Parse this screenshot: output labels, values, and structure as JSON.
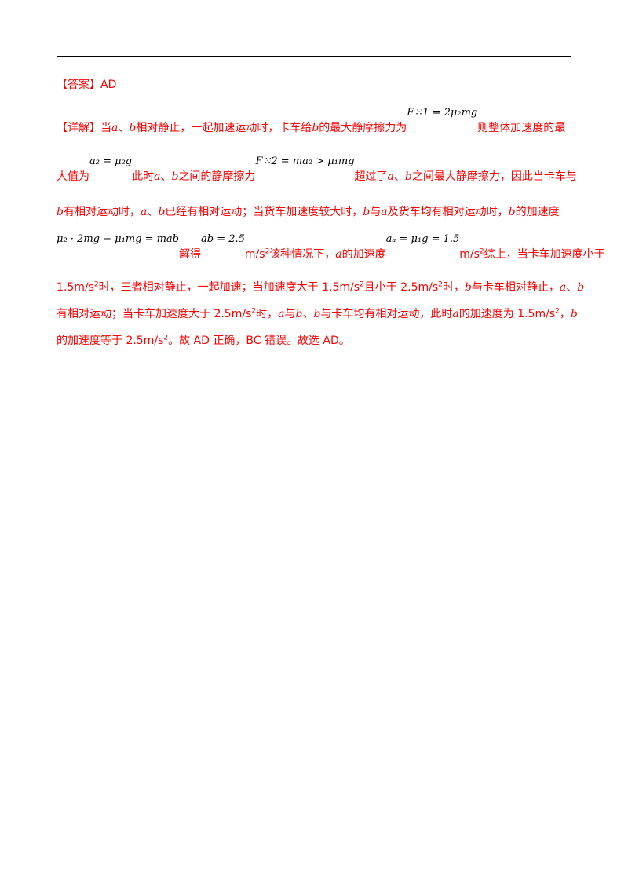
{
  "answer": {
    "label": "【答案】",
    "value": "AD"
  },
  "detail": {
    "label": "【详解】",
    "line1": {
      "t1": "当",
      "v_a": "a",
      "t2": "、",
      "v_b": "b",
      "t3": "相对静止，一起加速运动时，卡车给",
      "v_b2": "b",
      "t4": "的最大静摩擦力为",
      "f1": "F⁙1 = 2μ₂mg",
      "t5": "则整体加速度的最"
    },
    "line2": {
      "t1": "大值为",
      "f1": "a₂ = μ₂g",
      "t2": "此时",
      "v_a": "a",
      "t3": "、",
      "v_b": "b",
      "t4": "之间的静摩擦力",
      "f2": "F⁙2 = ma₂ > μ₁mg",
      "t5": "超过了",
      "v_a2": "a",
      "t6": "、",
      "v_b2": "b",
      "t7": "之间最大静摩擦力，因此当卡车与"
    },
    "line3": {
      "v_b": "b",
      "t1": "有相对运动时，",
      "v_a": "a",
      "t2": "、",
      "v_b2": "b",
      "t3": "已经有相对运动；当货车加速度较大时，",
      "v_b3": "b",
      "t4": "与",
      "v_a2": "a",
      "t5": "及货车均有相对运动时，",
      "v_b4": "b",
      "t6": "的加速度"
    },
    "line4": {
      "f1": "μ₂ · 2mg − μ₁mg = mab",
      "t1": "解得",
      "f2": "ab = 2.5",
      "t2": "m/s",
      "sup1": "2",
      "t3": "该种情况下，",
      "v_a": "a",
      "t4": "的加速度",
      "f3": "aₐ = μ₁g = 1.5",
      "t5": "m/s",
      "sup2": "2",
      "t6": "综上，当卡车加速度小于"
    },
    "line5": {
      "t1": "1.5m/s",
      "sup1": "2",
      "t2": "时，三者相对静止，一起加速；当加速度大于 1.5m/s",
      "sup2": "2",
      "t3": "且小于 2.5m/s",
      "sup3": "2",
      "t4": "时，",
      "v_b": "b",
      "t5": "与卡车相对静止，",
      "v_a": "a",
      "t6": "、",
      "v_b2": "b"
    },
    "line6": {
      "t1": "有相对运动；当卡车加速度大于 2.5m/s",
      "sup1": "2",
      "t2": "时，",
      "v_a": "a",
      "t3": "与",
      "v_b": "b",
      "t4": "、",
      "v_b2": "b",
      "t5": "与卡车均有相对运动，此时",
      "v_a2": "a",
      "t6": "的加速度为 1.5m/s",
      "sup2": "2",
      "t7": "，",
      "v_b3": "b"
    },
    "line7": {
      "t1": "的加速度等于 2.5m/s",
      "sup1": "2",
      "t2": "。故 AD 正确，BC 错误。故选 AD。"
    }
  }
}
